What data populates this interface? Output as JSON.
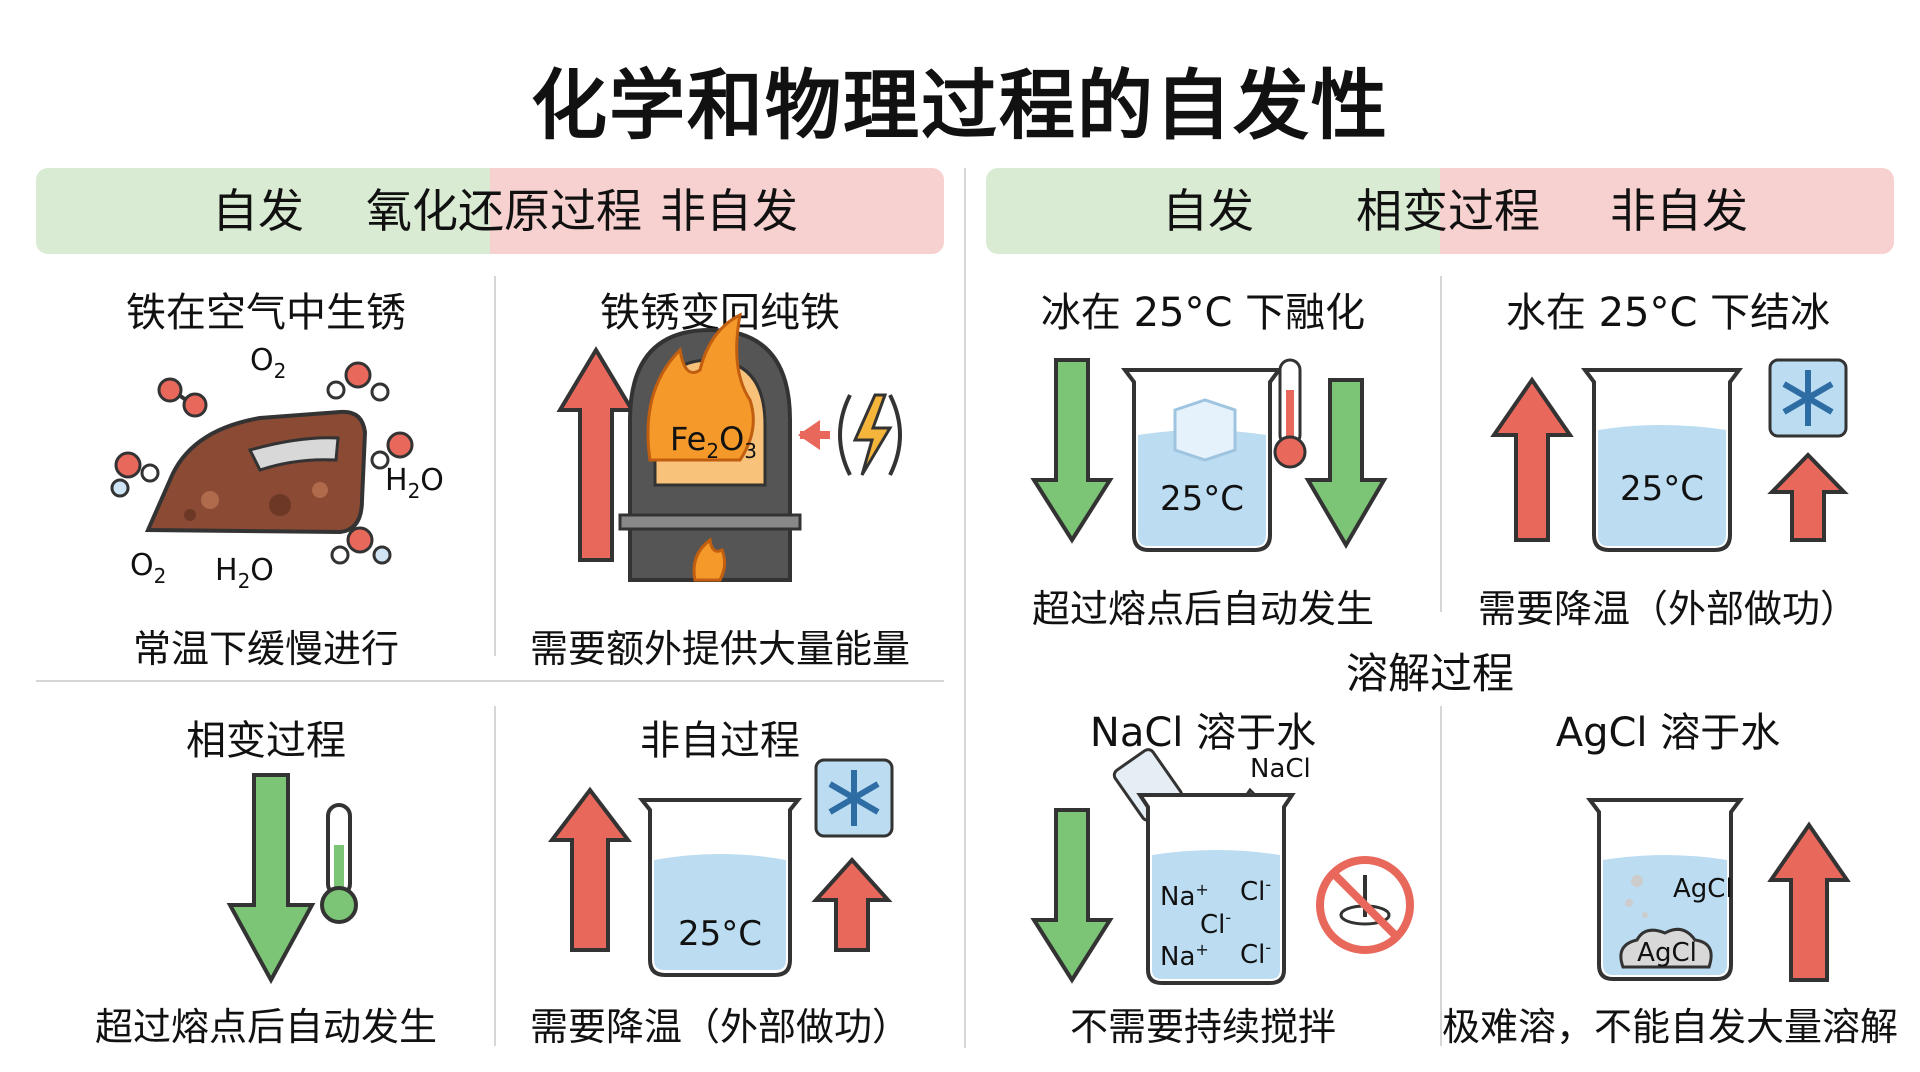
{
  "title": "化学和物理过程的自发性",
  "left_band": {
    "spontaneous": "自发",
    "category": "氧化还原过程",
    "nonspontaneous": "非自发"
  },
  "right_band": {
    "spontaneous": "自发",
    "category": "相变过程",
    "nonspontaneous": "非自发"
  },
  "redox": {
    "rust": {
      "title": "铁在空气中生锈",
      "caption": "常温下缓慢进行",
      "labels": {
        "o2_top": "O",
        "o2_top_sub": "2",
        "h2o_right": "H",
        "h2o_right_sub": "2",
        "h2o_right_o": "O",
        "o2_bottom": "O",
        "o2_bottom_sub": "2",
        "h2o_bottom": "H",
        "h2o_bottom_sub": "2",
        "h2o_bottom_o": "O"
      }
    },
    "reverse": {
      "title": "铁锈变回纯铁",
      "caption": "需要额外提供大量能量",
      "formula": {
        "fe": "Fe",
        "fe_sub": "2",
        "o": "O",
        "o_sub": "3"
      }
    }
  },
  "left_lower": {
    "phase": {
      "title": "相变过程",
      "caption": "超过熔点后自动发生"
    },
    "non": {
      "title": "非自过程",
      "caption": "需要降温（外部做功）",
      "beaker_label": "25°C"
    }
  },
  "phase_change": {
    "melt": {
      "title": "冰在 25°C 下融化",
      "caption": "超过熔点后自动发生",
      "beaker_label": "25°C"
    },
    "freeze": {
      "title": "水在 25°C 下结冰",
      "caption": "需要降温（外部做功）",
      "beaker_label": "25°C"
    }
  },
  "dissolution": {
    "heading": "溶解过程",
    "nacl": {
      "title": "NaCl 溶于水",
      "caption": "不需要持续搅拌",
      "pour_label": "NaCl",
      "ions": {
        "na1": "Na",
        "na1_sup": "+",
        "cl1": "Cl",
        "cl1_sup": "-",
        "cl2": "Cl",
        "cl2_sup": "-",
        "na2": "Na",
        "na2_sup": "+",
        "cl3": "Cl",
        "cl3_sup": "-"
      }
    },
    "agcl": {
      "title": "AgCl 溶于水",
      "caption": "极难溶，不能自发大量溶解",
      "label_top": "AgCl",
      "label_pile": "AgCl"
    }
  },
  "colors": {
    "green_band": "#d9ecd3",
    "red_band": "#f6d1cf",
    "green_arrow": "#7cc576",
    "red_arrow": "#e8685c",
    "water": "#bcdcf2",
    "rust": "#8a4a34",
    "flame": "#f59a2a"
  }
}
